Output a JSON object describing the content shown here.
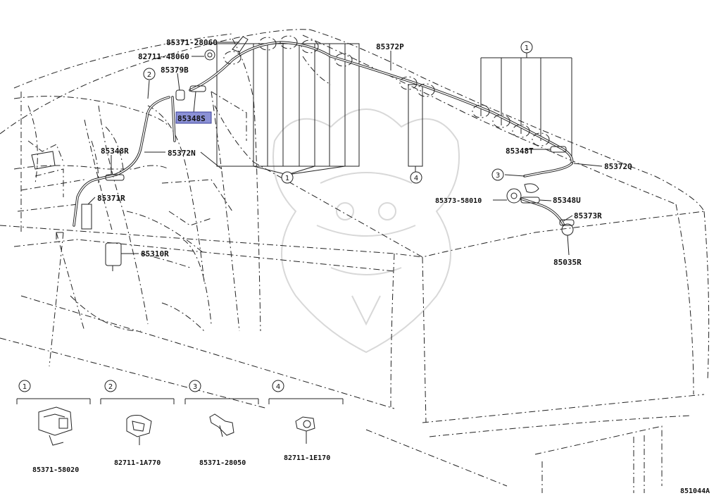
{
  "diagram_id": "851044A",
  "labels": {
    "p85371_28060": "85371-28060",
    "p82711_48060": "82711-48060",
    "p85379B": "85379B",
    "p85348S": "85348S",
    "p85348R": "85348R",
    "p85372N": "85372N",
    "p85371R": "85371R",
    "p85310R": "85310R",
    "p85372P": "85372P",
    "p85348T": "85348T",
    "p85372Q": "85372Q",
    "p85373_58010": "85373-58010",
    "p85348U": "85348U",
    "p85373R": "85373R",
    "p85035R": "85035R"
  },
  "callouts": {
    "c1": "1",
    "c2": "2",
    "c3": "3",
    "c4": "4"
  },
  "legend": [
    {
      "num": "1",
      "part": "85371-58020"
    },
    {
      "num": "2",
      "part": "82711-1A770"
    },
    {
      "num": "3",
      "part": "85371-28050"
    },
    {
      "num": "4",
      "part": "82711-1E170"
    }
  ],
  "highlight": {
    "color": "#8b91d6",
    "part": "85348S"
  }
}
